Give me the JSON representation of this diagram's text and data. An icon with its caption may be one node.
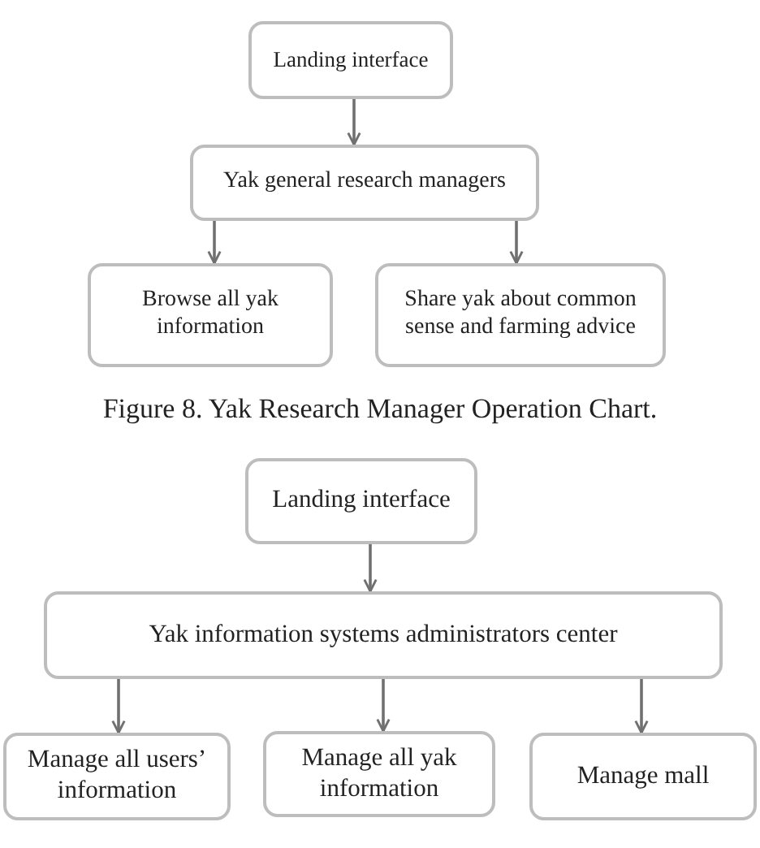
{
  "diagram": {
    "caption": "Figure 8. Yak Research Manager Operation Chart.",
    "nodes": [
      {
        "text": [
          "Landing interface"
        ]
      },
      {
        "text": [
          "Yak general research managers"
        ]
      },
      {
        "text": [
          "Browse all yak information"
        ]
      },
      {
        "text": [
          "Share yak about common sense and farming advice"
        ]
      },
      {
        "text": [
          "Landing interface"
        ]
      },
      {
        "text": [
          "Yak information systems administrators center"
        ]
      },
      {
        "text": [
          "Manage all users’ information"
        ]
      },
      {
        "text": [
          "Manage all yak information"
        ]
      },
      {
        "text": [
          "Manage mall"
        ]
      }
    ],
    "edges": [
      {
        "from": 0,
        "to": 1,
        "arrow": "to"
      },
      {
        "from": 1,
        "to": 2,
        "arrow": "to"
      },
      {
        "from": 1,
        "to": 3,
        "arrow": "to"
      },
      {
        "from": 4,
        "to": 5,
        "arrow": "to"
      },
      {
        "from": 5,
        "to": 6,
        "arrow": "to"
      },
      {
        "from": 5,
        "to": 7,
        "arrow": "to"
      },
      {
        "from": 5,
        "to": 8,
        "arrow": "to"
      }
    ]
  }
}
